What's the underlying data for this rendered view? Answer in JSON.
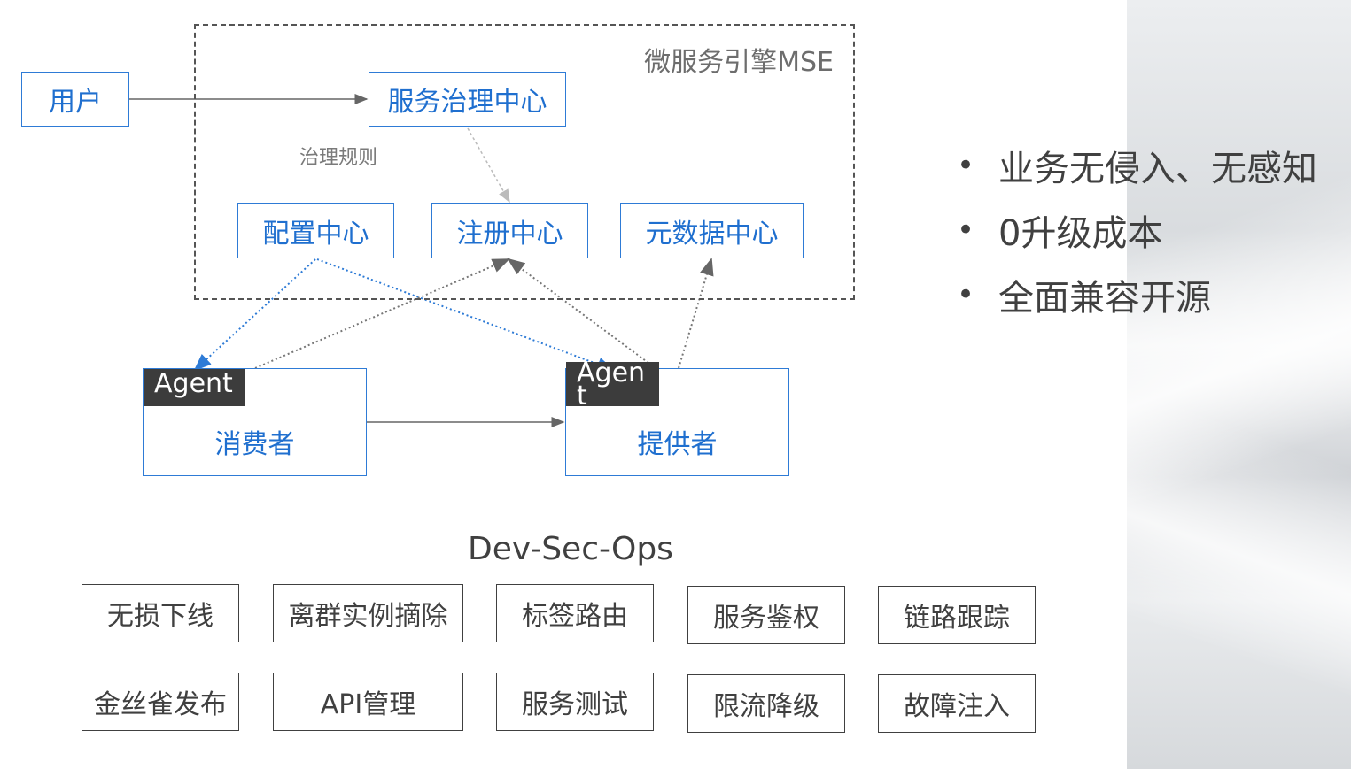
{
  "diagram": {
    "mse_title": "微服务引擎MSE",
    "governance_rule_label": "治理规则",
    "nodes": {
      "user": "用户",
      "governance_center": "服务治理中心",
      "config_center": "配置中心",
      "registry_center": "注册中心",
      "metadata_center": "元数据中心",
      "consumer": "消费者",
      "provider": "提供者",
      "agent": "Agent",
      "agent_provider": "Agen\nt"
    },
    "colors": {
      "node_border": "#2e7bd6",
      "node_text": "#1f6fcf",
      "agent_bg": "#3c3c3c",
      "dotted_blue": "#2e7bd6",
      "dotted_gray": "#777777"
    }
  },
  "features": [
    "业务无侵入、无感知",
    "0升级成本",
    "全面兼容开源"
  ],
  "devsecops": {
    "title": "Dev-Sec-Ops",
    "row1": [
      "无损下线",
      "离群实例摘除",
      "标签路由",
      "服务鉴权",
      "链路跟踪"
    ],
    "row2": [
      "金丝雀发布",
      "API管理",
      "服务测试",
      "限流降级",
      "故障注入"
    ]
  }
}
